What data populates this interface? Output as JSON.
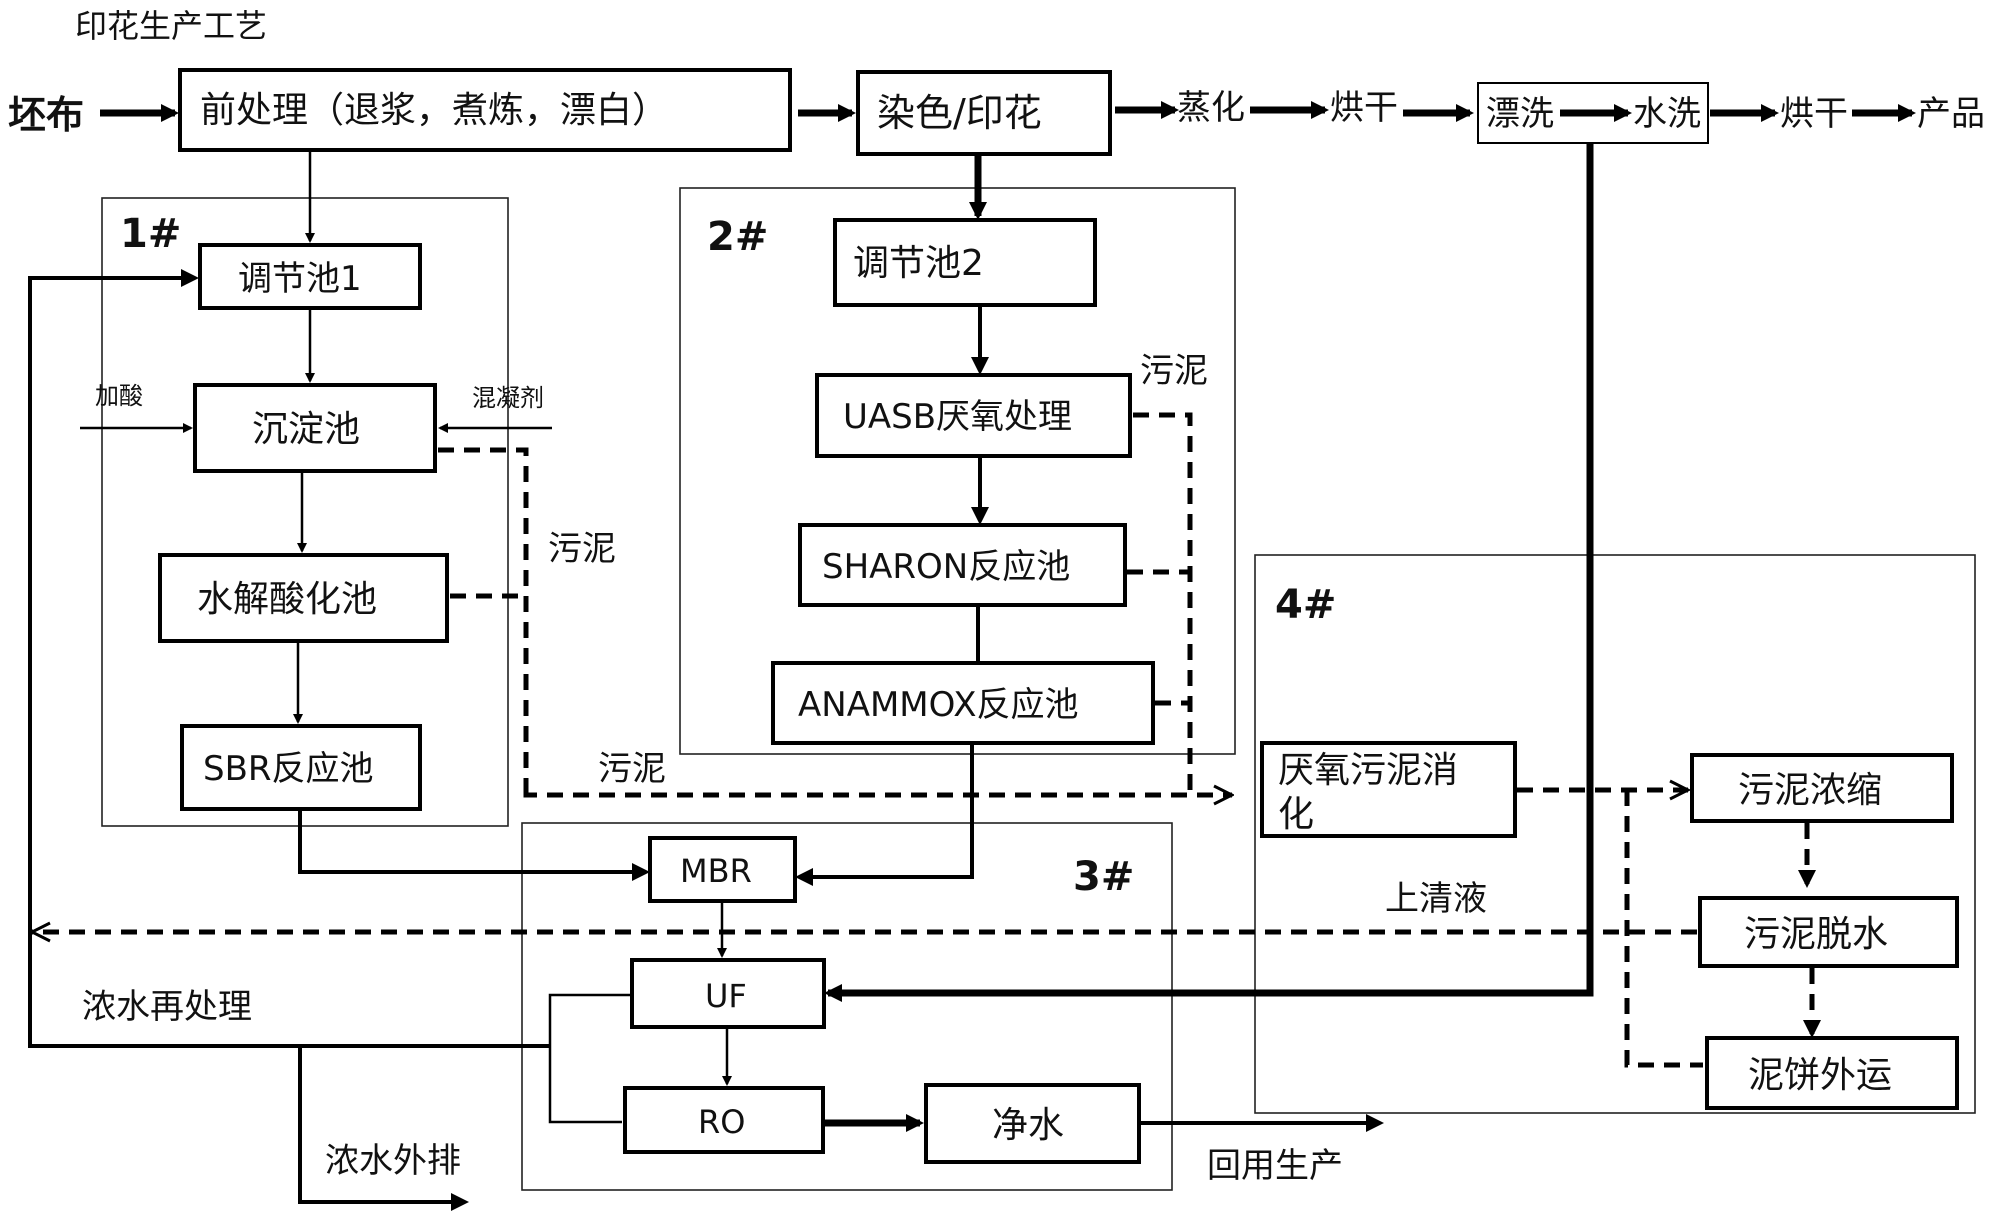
{
  "title": "印花生产工艺",
  "top_line": {
    "input": "坯布",
    "pretreatment": "前处理（退浆，煮炼，漂白）",
    "dye_print": "染色/印花",
    "steaming": "蒸化",
    "drying1": "烘干",
    "rinse": "漂洗",
    "wash": "水洗",
    "drying2": "烘干",
    "product": "产品"
  },
  "zone1": {
    "label": "1#",
    "regulating_pool": "调节池1",
    "add_acid": "加酸",
    "coagulant": "混凝剂",
    "settling_pool": "沉淀池",
    "hydrolysis_pool": "水解酸化池",
    "sbr_pool": "SBR反应池",
    "sludge": "污泥"
  },
  "zone2": {
    "label": "2#",
    "regulating_pool": "调节池2",
    "sludge": "污泥",
    "uasb": "UASB厌氧处理",
    "sharon": "SHARON反应池",
    "anammox": "ANAMMOX反应池"
  },
  "sludge_mid": "污泥",
  "zone3": {
    "label": "3#",
    "mbr": "MBR",
    "uf": "UF",
    "ro": "RO",
    "clean_water": "净水"
  },
  "zone4": {
    "label": "4#",
    "digestion": "厌氧污泥消化",
    "thickening": "污泥浓缩",
    "dewatering": "污泥脱水",
    "cake_out": "泥饼外运",
    "supernatant": "上清液"
  },
  "concentrate_reprocess": "浓水再处理",
  "concentrate_discharge": "浓水外排",
  "reuse_production": "回用生产",
  "colors": {
    "ink": "#000000",
    "background": "#ffffff"
  }
}
